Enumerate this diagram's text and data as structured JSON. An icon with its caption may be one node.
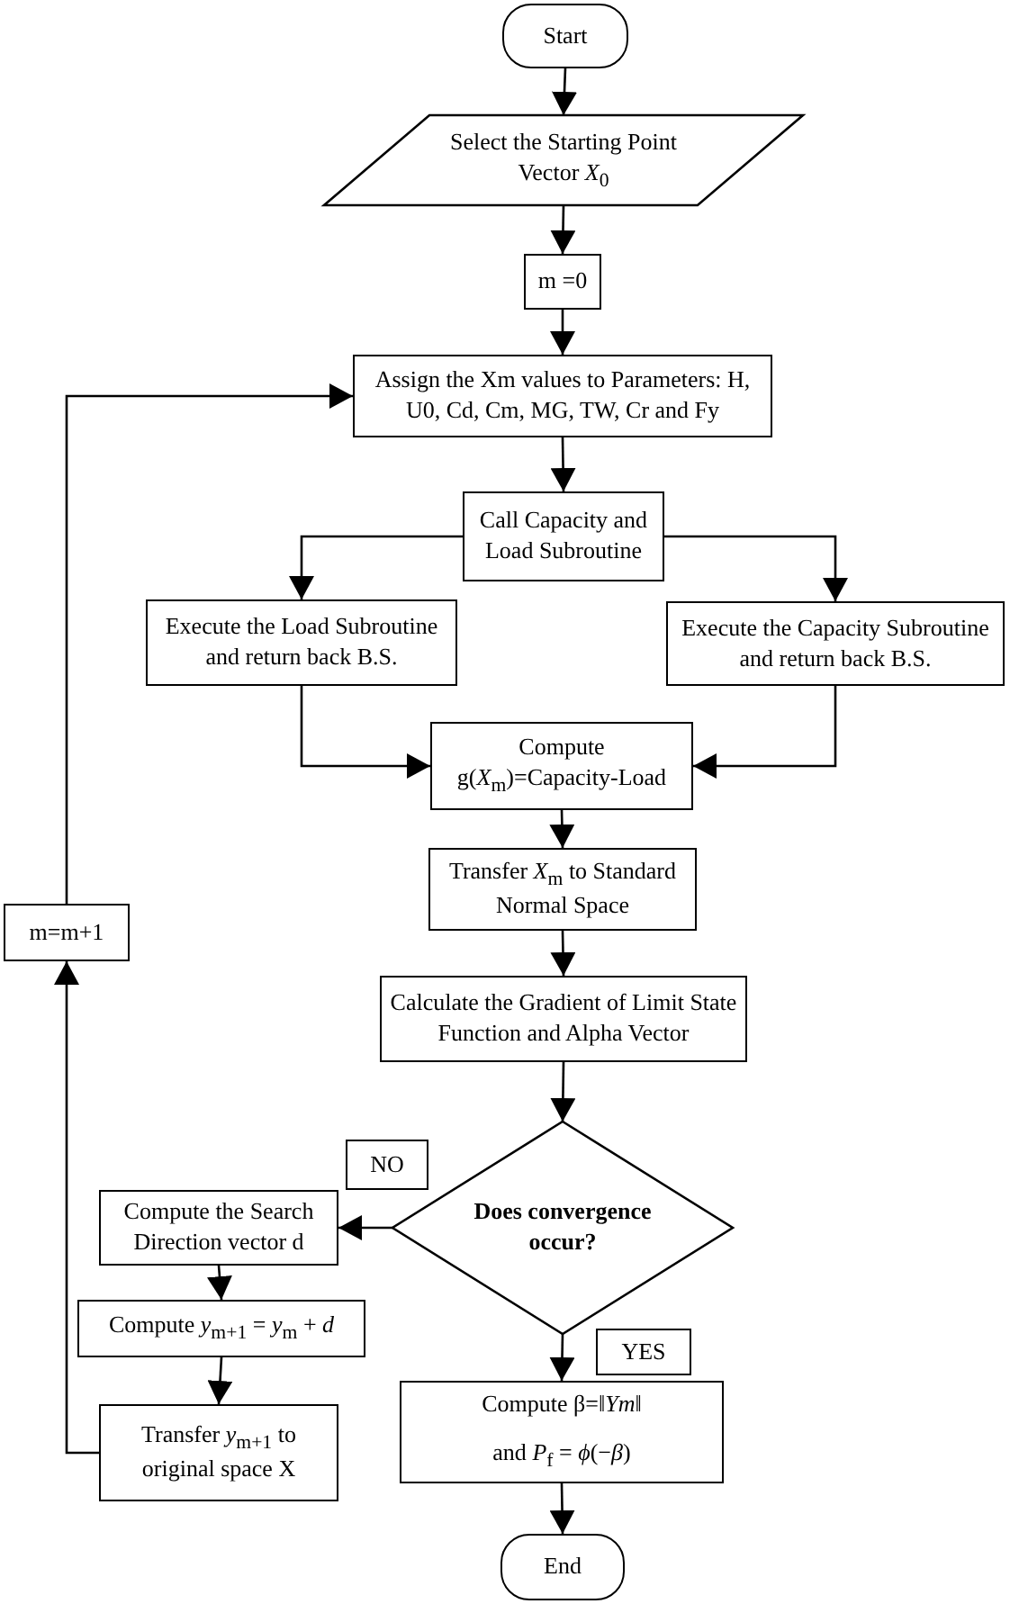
{
  "diagram": {
    "nodes": [
      {
        "text": [
          "Start"
        ]
      },
      {
        "text": [
          "Select the Starting Point Vector *X*$_{0}$"
        ]
      },
      {
        "text": [
          "m =0"
        ]
      },
      {
        "text": [
          "Assign the Xm values to Parameters: H, U0, Cd, Cm, MG, TW, Cr and Fy"
        ]
      },
      {
        "text": [
          "Call Capacity and Load Subroutine"
        ]
      },
      {
        "text": [
          "Execute the Load Subroutine and return back B.S."
        ]
      },
      {
        "text": [
          "Execute the Capacity Subroutine and return back B.S."
        ]
      },
      {
        "text": [
          "Compute g(*X*$_{m}$)=Capacity-Load"
        ]
      },
      {
        "text": [
          "Transfer *X*$_{m}$ to Standard Normal Space"
        ]
      },
      {
        "text": [
          "Calculate the Gradient of Limit State Function and Alpha Vector"
        ]
      },
      {
        "text": [
          "Does convergence occur?"
        ]
      },
      {
        "text": [
          "Compute the Search Direction vector d"
        ]
      },
      {
        "text": [
          "Compute *y*$_{m+1}$ = *y*$_{m}$ + *d*"
        ]
      },
      {
        "text": [
          "Transfer *y*$_{m+1}$ to original space X"
        ]
      },
      {
        "text": [
          "Compute β=‖*Ym*‖",
          "and *P*$_{f}$ = *ϕ*(−*β*)"
        ]
      },
      {
        "text": [
          "End"
        ]
      },
      {
        "text": [
          "m=m+1"
        ]
      }
    ],
    "edges": [
      {
        "from": 0,
        "to": 1,
        "arrow": "to"
      },
      {
        "from": 1,
        "to": 2,
        "arrow": "to"
      },
      {
        "from": 2,
        "to": 3,
        "arrow": "to"
      },
      {
        "from": 3,
        "to": 4,
        "arrow": "to"
      },
      {
        "from": 4,
        "to": 5,
        "arrow": "to"
      },
      {
        "from": 4,
        "to": 6,
        "arrow": "to"
      },
      {
        "from": 5,
        "to": 7,
        "arrow": "to"
      },
      {
        "from": 6,
        "to": 7,
        "arrow": "to"
      },
      {
        "from": 7,
        "to": 8,
        "arrow": "to"
      },
      {
        "from": 8,
        "to": 9,
        "arrow": "to"
      },
      {
        "from": 9,
        "to": 10,
        "arrow": "to"
      },
      {
        "from": 10,
        "to": 11,
        "arrow": "to",
        "label": "NO"
      },
      {
        "from": 11,
        "to": 12,
        "arrow": "to"
      },
      {
        "from": 12,
        "to": 13,
        "arrow": "to"
      },
      {
        "from": 10,
        "to": 14,
        "arrow": "to",
        "label": "YES"
      },
      {
        "from": 14,
        "to": 15,
        "arrow": "to"
      },
      {
        "from": 13,
        "to": 16,
        "arrow": "to"
      },
      {
        "from": 16,
        "to": 3,
        "arrow": "to"
      }
    ]
  }
}
